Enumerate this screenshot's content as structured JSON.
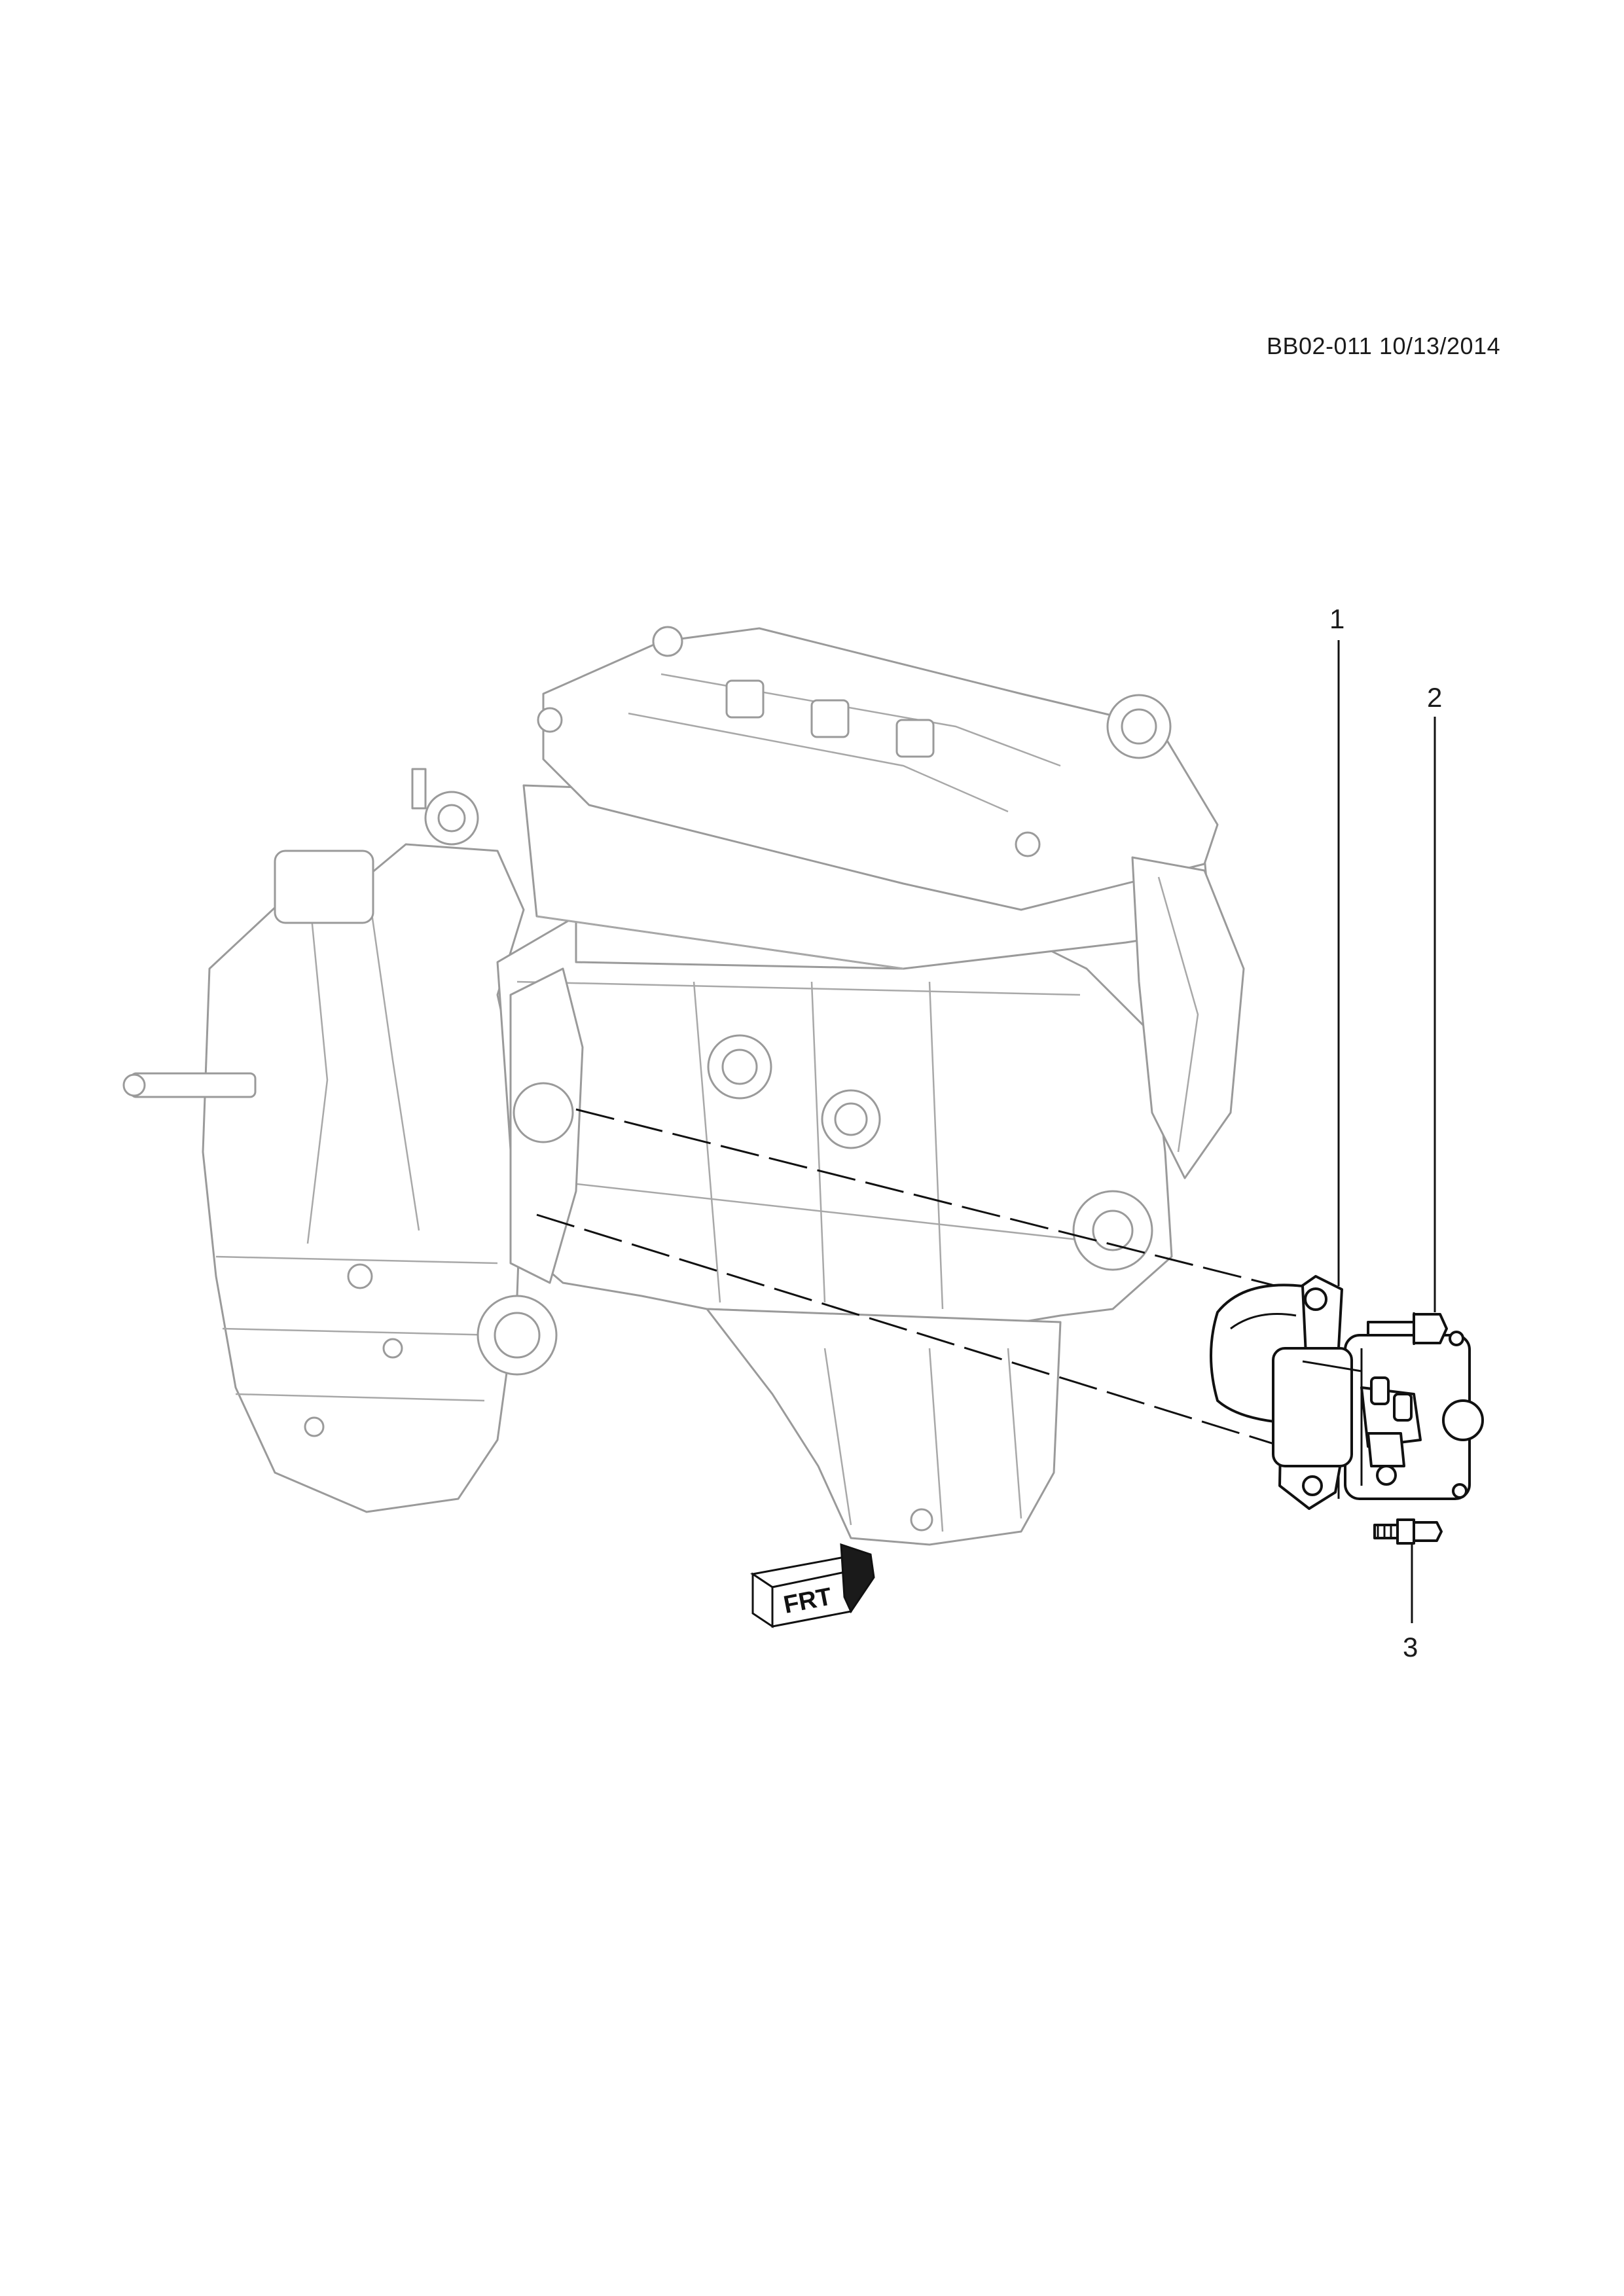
{
  "diagram_ref": "BB02-011 10/13/2014",
  "callouts": [
    {
      "label": "1"
    },
    {
      "label": "2"
    },
    {
      "label": "3"
    }
  ],
  "front_arrow_label": "FRT",
  "colors": {
    "engine_outline": "#9a9a9a",
    "part_outline": "#111111",
    "arrow_fill": "#1a1a1a"
  }
}
